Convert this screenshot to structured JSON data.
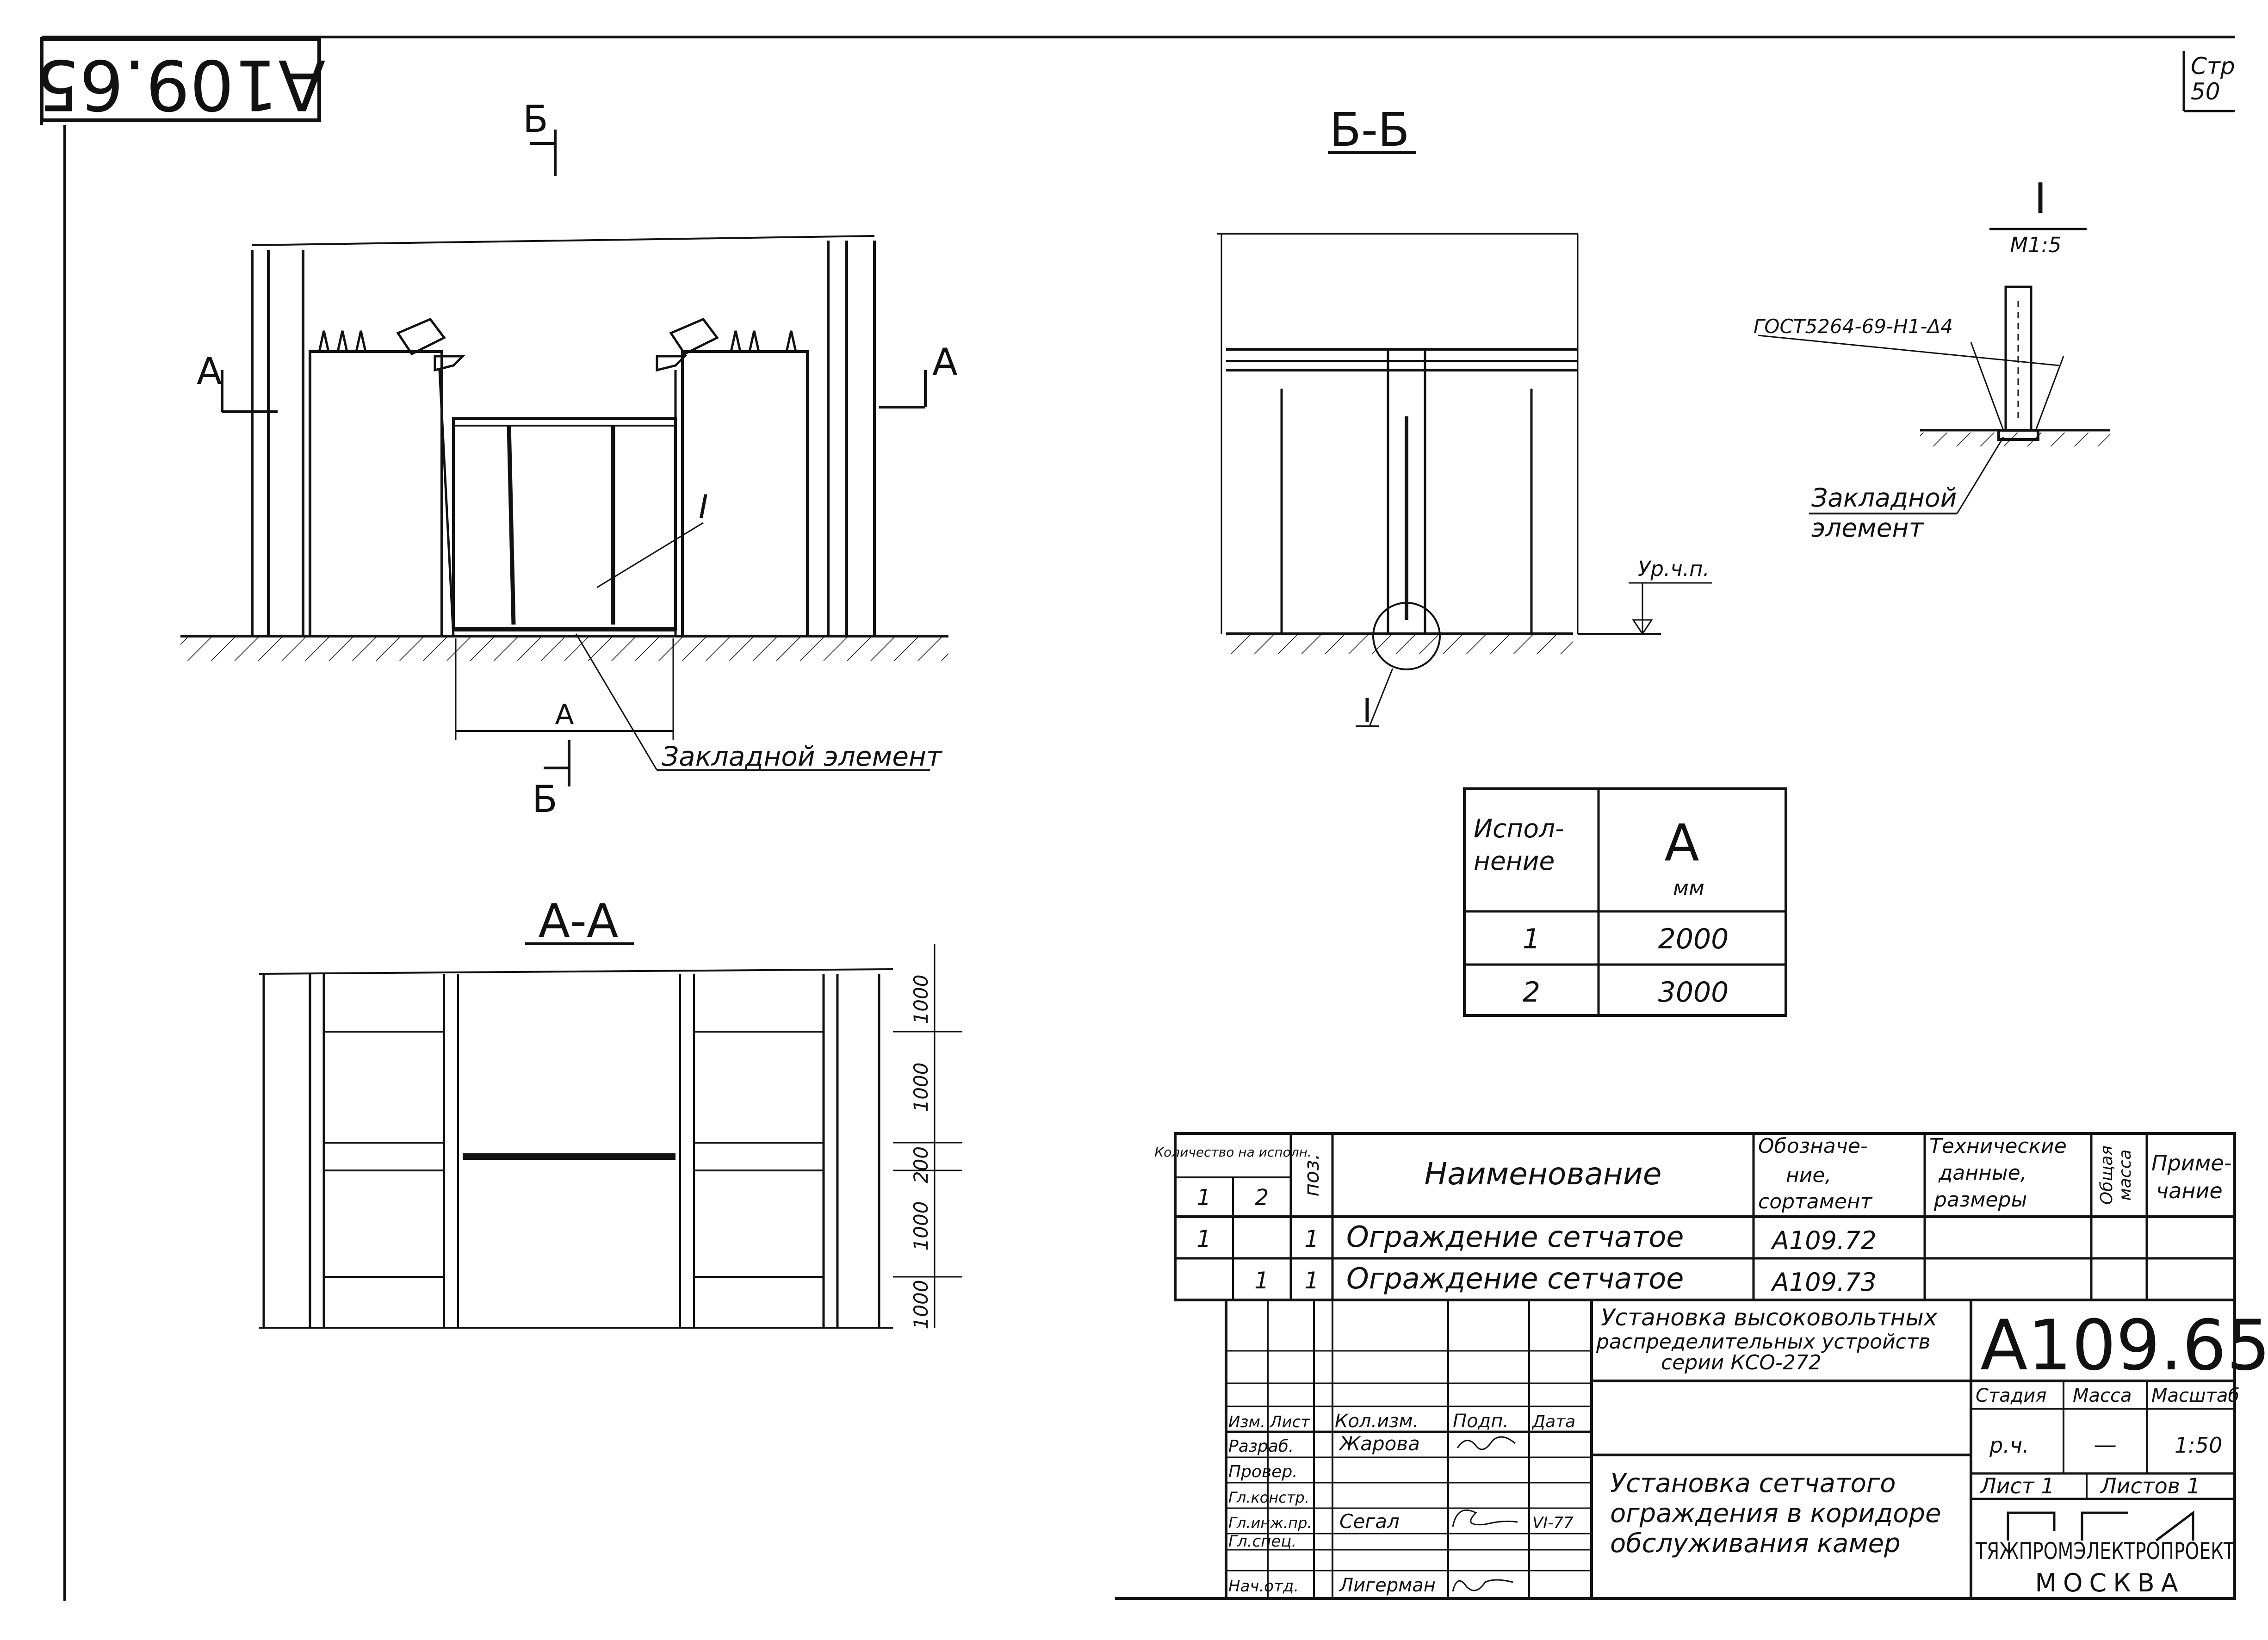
{
  "sheet": {
    "stamp_number": "А109.65",
    "page_label": "Стр",
    "page_number": "50"
  },
  "views": {
    "front_cut_marks": [
      "Б",
      "Б"
    ],
    "front_side_marks": [
      "А",
      "А"
    ],
    "front_dim_label": "А",
    "front_callout": "I",
    "embedded_element_label": "Закладной элемент",
    "section_bb_title": "Б-Б",
    "level_label": "Ур.ч.п.",
    "detail_marker": "I",
    "section_aa_title": "А-А",
    "aa_dims": [
      "1000",
      "1000",
      "200",
      "1000",
      "1000"
    ],
    "detail_title": "I",
    "detail_scale": "М1:5",
    "detail_gost": "ГОСТ5264-69-Н1-Δ4",
    "detail_embedded": [
      "Закладной",
      "элемент"
    ]
  },
  "variant_table": {
    "header_col1": [
      "Испол-",
      "нение"
    ],
    "header_col2": "А",
    "header_col2_unit": "мм",
    "rows": [
      {
        "variant": "1",
        "value": "2000"
      },
      {
        "variant": "2",
        "value": "3000"
      }
    ]
  },
  "spec_table": {
    "headers": {
      "qty": "Количество на исполн.",
      "qty_1": "1",
      "qty_2": "2",
      "pos": "поз.",
      "name": "Наименование",
      "designation": [
        "Обозначе-",
        "ние,",
        "сортамент"
      ],
      "tech": [
        "Технические",
        "данные,",
        "размеры"
      ],
      "mass": [
        "Общая",
        "масса"
      ],
      "note": [
        "Приме-",
        "чание"
      ]
    },
    "rows": [
      {
        "qty1": "1",
        "qty2": "",
        "pos": "1",
        "name": "Ограждение сетчатое",
        "designation": "А109.72"
      },
      {
        "qty1": "",
        "qty2": "1",
        "pos": "1",
        "name": "Ограждение сетчатое",
        "designation": "А109.73"
      }
    ]
  },
  "title_block": {
    "project_title": [
      "Установка высоковольтных",
      "распределительных устройств",
      "серии КСО-272"
    ],
    "doc_number": "А109.65",
    "stage_headers": [
      "Стадия",
      "Масса",
      "Масштаб"
    ],
    "stage_values": [
      "р.ч.",
      "—",
      "1:50"
    ],
    "sheet_info": [
      "Лист 1",
      "Листов 1"
    ],
    "drawing_title": [
      "Установка сетчатого",
      "ограждения в коридоре",
      "обслуживания камер"
    ],
    "org_name": "ТЯЖПРОМЭЛЕКТРОПРОЕКТ",
    "city": "МОСКВА",
    "sign_headers": [
      "Изм.",
      "Лист",
      "Кол.изм.",
      "Подп.",
      "Дата"
    ],
    "roles": [
      {
        "role": "Разраб.",
        "name": "Жарова"
      },
      {
        "role": "Провер.",
        "name": ""
      },
      {
        "role": "Гл.констр.",
        "name": ""
      },
      {
        "role": "Гл.инж.пр.",
        "name": "Сегал",
        "date": "VI-77"
      },
      {
        "role": "Гл.спец.",
        "name": ""
      },
      {
        "role": "Нач.отд.",
        "name": "Лигерман"
      }
    ]
  }
}
